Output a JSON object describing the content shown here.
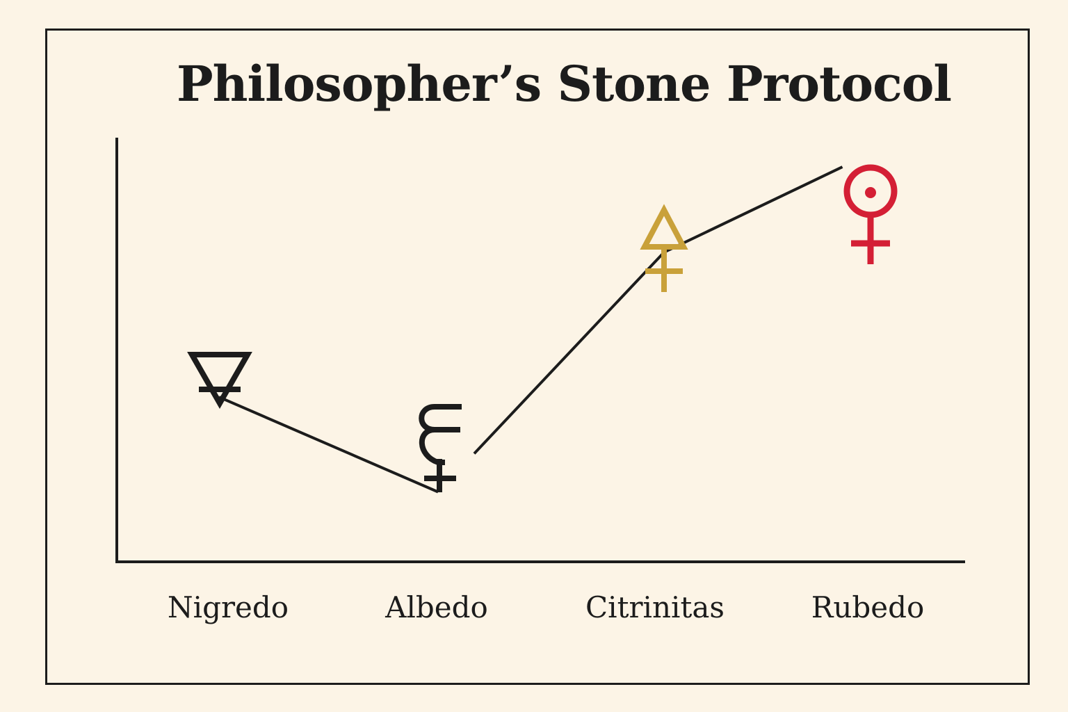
{
  "chart_data": {
    "type": "line",
    "title": "Philosopher’s Stone Protocol",
    "xlabel": "",
    "ylabel": "",
    "categories": [
      "Nigredo",
      "Albedo",
      "Citrinitas",
      "Rubedo"
    ],
    "series": [
      {
        "values": [
          3.3,
          1.4,
          6.2,
          8.1
        ]
      }
    ],
    "ylim": [
      0,
      10
    ],
    "y_ticks_shown": false,
    "grid": false,
    "legend": "none",
    "markers": [
      {
        "category": "Nigredo",
        "icon": "alchemical-earth-icon",
        "color": "#1c1c1c"
      },
      {
        "category": "Albedo",
        "icon": "alchemical-mercury-like-icon",
        "color": "#1c1c1c"
      },
      {
        "category": "Citrinitas",
        "icon": "alchemical-sulfur-like-icon",
        "color": "#c9a13a"
      },
      {
        "category": "Rubedo",
        "icon": "alchemical-copper-sun-icon",
        "color": "#d41f35"
      }
    ],
    "line_color": "#1c1c1c"
  },
  "colors": {
    "background": "#fcf4e6",
    "ink": "#1c1c1c",
    "gold": "#c9a13a",
    "red": "#d41f35"
  }
}
